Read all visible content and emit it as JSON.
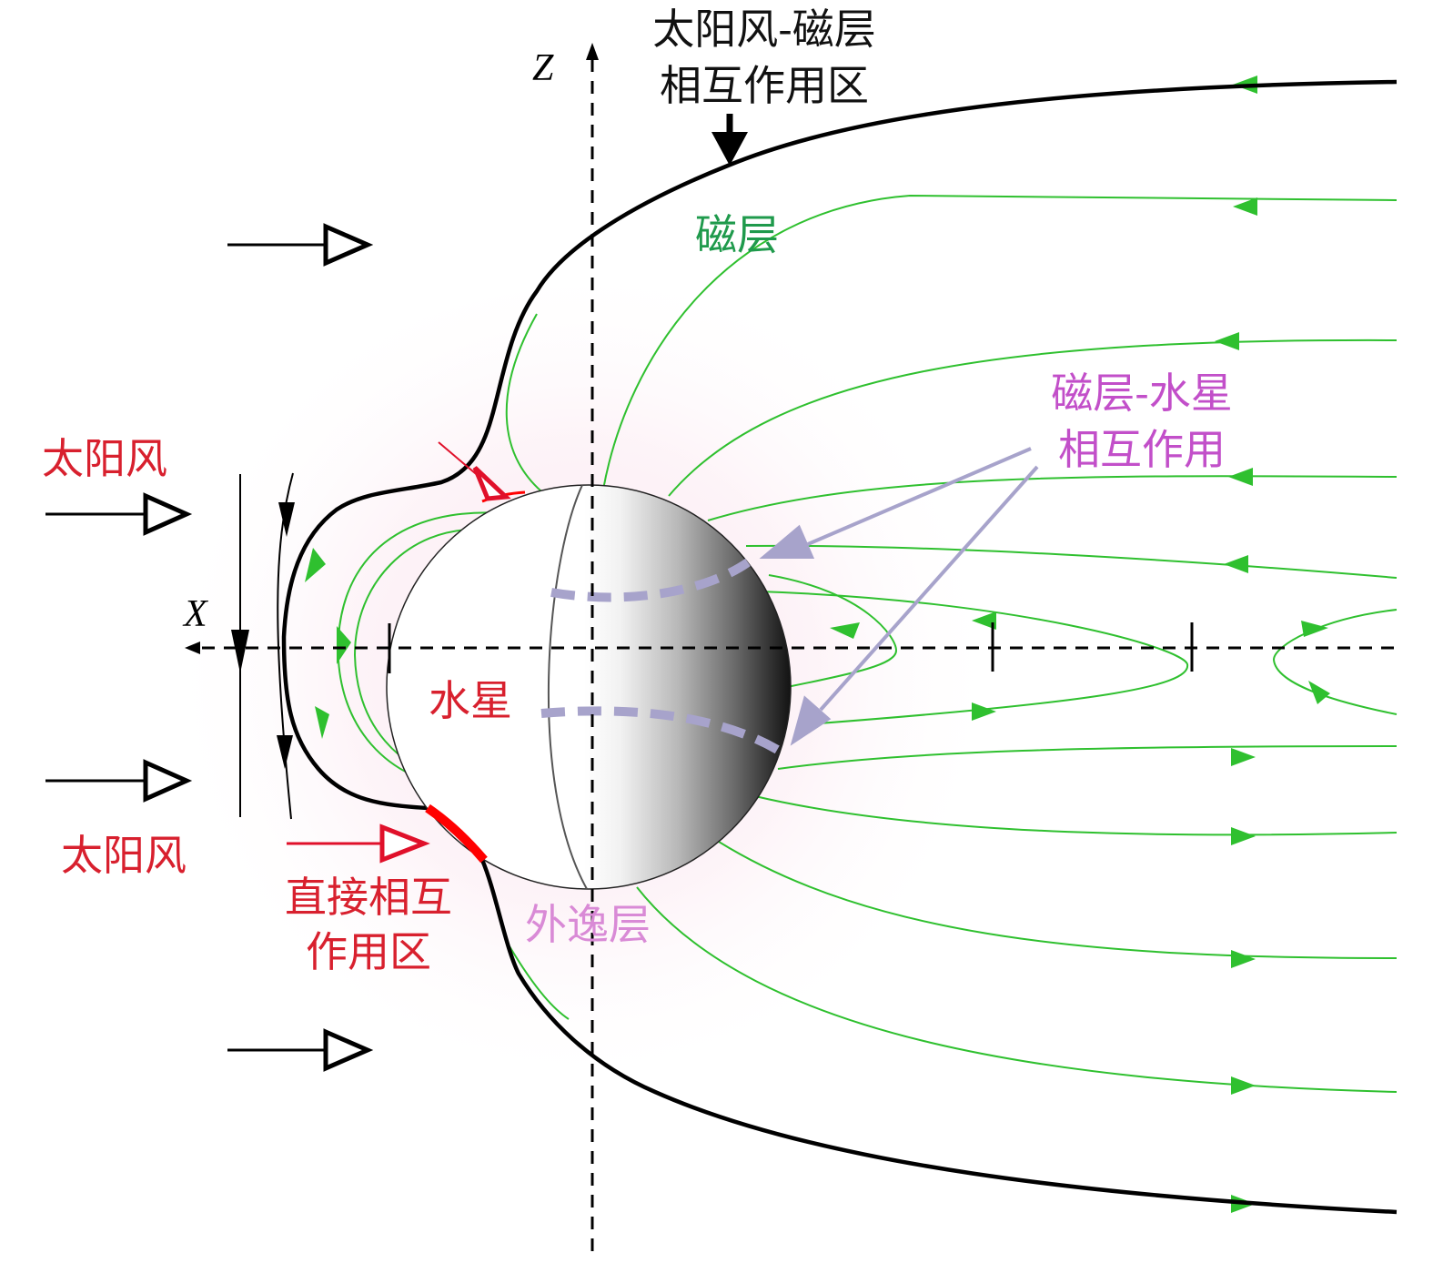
{
  "colors": {
    "label_red": "#d8202e",
    "label_black": "#111111",
    "label_green": "#1f9a4c",
    "label_magenta": "#c24fc9",
    "label_pink": "#d98ad6",
    "field_line": "#2fc02f",
    "interaction_arrow": "#a7a3cb",
    "direct_zone": "#ff0000"
  },
  "axes": {
    "x_label": "X",
    "z_label": "Z"
  },
  "labels": {
    "sw_mag_line1": "太阳风-磁层",
    "sw_mag_line2": "相互作用区",
    "magnetosphere": "磁层",
    "mag_mercury_line1": "磁层-水星",
    "mag_mercury_line2": "相互作用",
    "solar_wind_top": "太阳风",
    "solar_wind_bottom": "太阳风",
    "mercury": "水星",
    "direct_line1": "直接相互",
    "direct_line2": "作用区",
    "exosphere": "外逸层"
  },
  "icons": {
    "solar_wind_arrow": "hollow-triangle-arrow",
    "magnetopause_pointer": "filled-arrow-down",
    "field_direction": "filled-arrowhead"
  }
}
